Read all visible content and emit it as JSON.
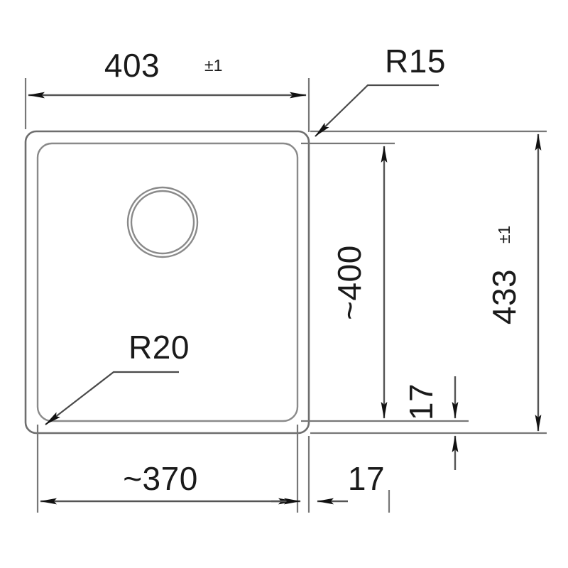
{
  "drawing": {
    "title": "Kitchen sink dimensional drawing",
    "units": "mm",
    "background_color": "#ffffff",
    "line_color": "#6e6e6e",
    "dim_line_color": "#555555",
    "text_color": "#1a1a1a"
  },
  "dimensions": {
    "overall_width": {
      "value": "403",
      "tolerance": "±1",
      "label": "403±1",
      "orientation": "horizontal",
      "position": "top"
    },
    "overall_height": {
      "value": "433",
      "tolerance": "±1",
      "label": "433±1",
      "orientation": "vertical-rotated",
      "position": "right-outer"
    },
    "basin_width": {
      "value": "~370",
      "label": "~370",
      "orientation": "horizontal",
      "position": "bottom-left"
    },
    "basin_height": {
      "value": "~400",
      "label": "~400",
      "orientation": "vertical-rotated",
      "position": "right-inner"
    },
    "rim_horizontal": {
      "value": "17",
      "label": "17",
      "orientation": "horizontal",
      "position": "bottom-right"
    },
    "rim_vertical": {
      "value": "17",
      "label": "17",
      "orientation": "vertical-rotated",
      "position": "right-lower"
    }
  },
  "radii": {
    "outer_corner": {
      "label": "R15",
      "value": "15",
      "points_to": "outer-top-right-corner"
    },
    "inner_corner": {
      "label": "R20",
      "value": "20",
      "points_to": "inner-bottom-left-corner"
    }
  },
  "features": {
    "outer_rect": {
      "name": "sink-outer-outline"
    },
    "inner_rect": {
      "name": "sink-basin-outline"
    },
    "drain": {
      "name": "drain-hole",
      "rings": 2
    }
  }
}
